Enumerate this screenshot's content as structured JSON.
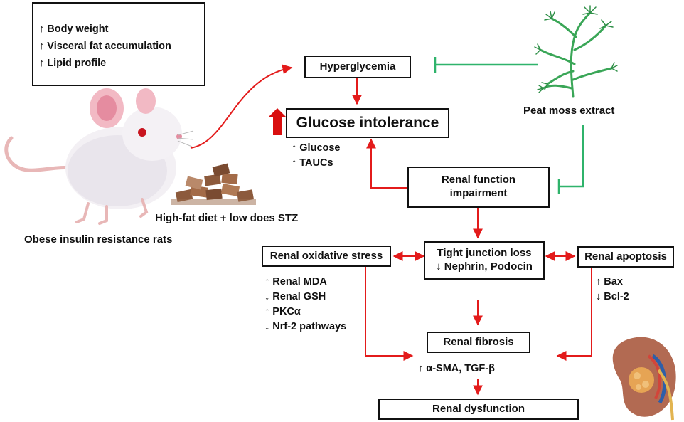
{
  "top_left_box": {
    "lines": [
      "↑ Body weight",
      "↑ Visceral fat accumulation",
      "↑ Lipid profile"
    ]
  },
  "mouse_caption": "Obese insulin resistance rats",
  "diet_caption": "High-fat diet + low does STZ",
  "hyperglycemia": "Hyperglycemia",
  "glucose_intolerance": "Glucose intolerance",
  "glucose_markers": [
    "↑ Glucose",
    "↑ TAUCs"
  ],
  "peat_moss": "Peat moss extract",
  "renal_function": {
    "line1": "Renal function",
    "line2": "impairment"
  },
  "oxidative_stress": "Renal oxidative stress",
  "oxidative_markers": [
    "↑ Renal MDA",
    "↓ Renal GSH",
    "↑ PKCα",
    "↓ Nrf-2 pathways"
  ],
  "tight_junction": {
    "line1": "Tight junction loss",
    "line2": "↓ Nephrin, Podocin"
  },
  "apoptosis": "Renal apoptosis",
  "apoptosis_markers": [
    "↑ Bax",
    "↓ Bcl-2"
  ],
  "fibrosis": "Renal fibrosis",
  "fibrosis_markers": "↑ α-SMA, TGF-β",
  "dysfunction": "Renal dysfunction",
  "colors": {
    "arrow_red": "#e31b1b",
    "inhibit_green": "#2fb36b",
    "up_arrow_red": "#d90f0f"
  }
}
